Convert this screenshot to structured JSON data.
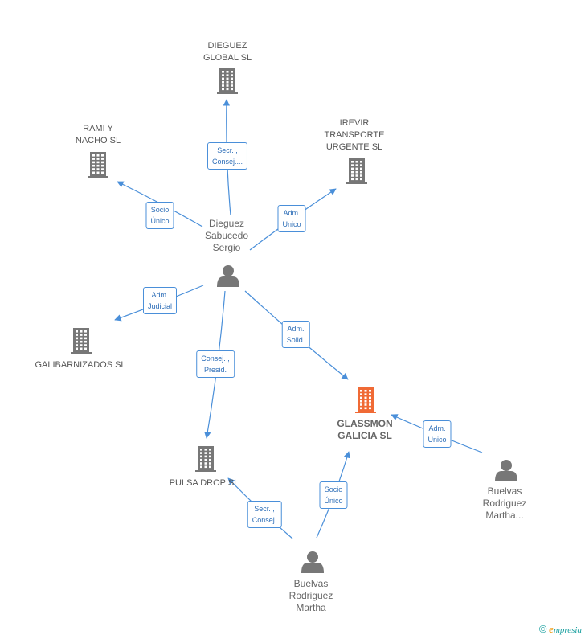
{
  "colors": {
    "edge": "#4a8fd9",
    "node": "#777777",
    "focus": "#f06a35"
  },
  "nodes": {
    "dieguez_global": {
      "label": "DIEGUEZ\nGLOBAL SL",
      "kind": "company"
    },
    "rami_nacho": {
      "label": "RAMI Y\nNACHO SL",
      "kind": "company"
    },
    "irevir": {
      "label": "IREVIR\nTRANSPORTE\nURGENTE SL",
      "kind": "company"
    },
    "galibarnizados": {
      "label": "GALIBARNIZADOS SL",
      "kind": "company"
    },
    "glassmon": {
      "label": "GLASSMON\nGALICIA SL",
      "kind": "focus-company"
    },
    "pulsa_drop": {
      "label": "PULSA DROP SL",
      "kind": "company"
    },
    "dieguez_sergio": {
      "label": "Dieguez\nSabucedo\nSergio",
      "kind": "person"
    },
    "buelvas_1": {
      "label": "Buelvas\nRodriguez\nMartha...",
      "kind": "person"
    },
    "buelvas_2": {
      "label": "Buelvas\nRodriguez\nMartha",
      "kind": "person"
    }
  },
  "edges": [
    {
      "from": "dieguez_sergio",
      "to": "dieguez_global",
      "label": "Secr. ,\nConsej...."
    },
    {
      "from": "dieguez_sergio",
      "to": "rami_nacho",
      "label": "Socio\nÚnico"
    },
    {
      "from": "dieguez_sergio",
      "to": "irevir",
      "label": "Adm.\nUnico"
    },
    {
      "from": "dieguez_sergio",
      "to": "galibarnizados",
      "label": "Adm.\nJudicial"
    },
    {
      "from": "dieguez_sergio",
      "to": "glassmon",
      "label": "Adm.\nSolid."
    },
    {
      "from": "dieguez_sergio",
      "to": "pulsa_drop",
      "label": "Consej. ,\nPresid."
    },
    {
      "from": "buelvas_1",
      "to": "glassmon",
      "label": "Adm.\nUnico"
    },
    {
      "from": "buelvas_2",
      "to": "glassmon",
      "label": "Socio\nÚnico"
    },
    {
      "from": "buelvas_2",
      "to": "pulsa_drop",
      "label": "Secr. ,\nConsej."
    }
  ],
  "footer": {
    "copyright": "©",
    "brand_first": "e",
    "brand_rest": "mpresia"
  }
}
